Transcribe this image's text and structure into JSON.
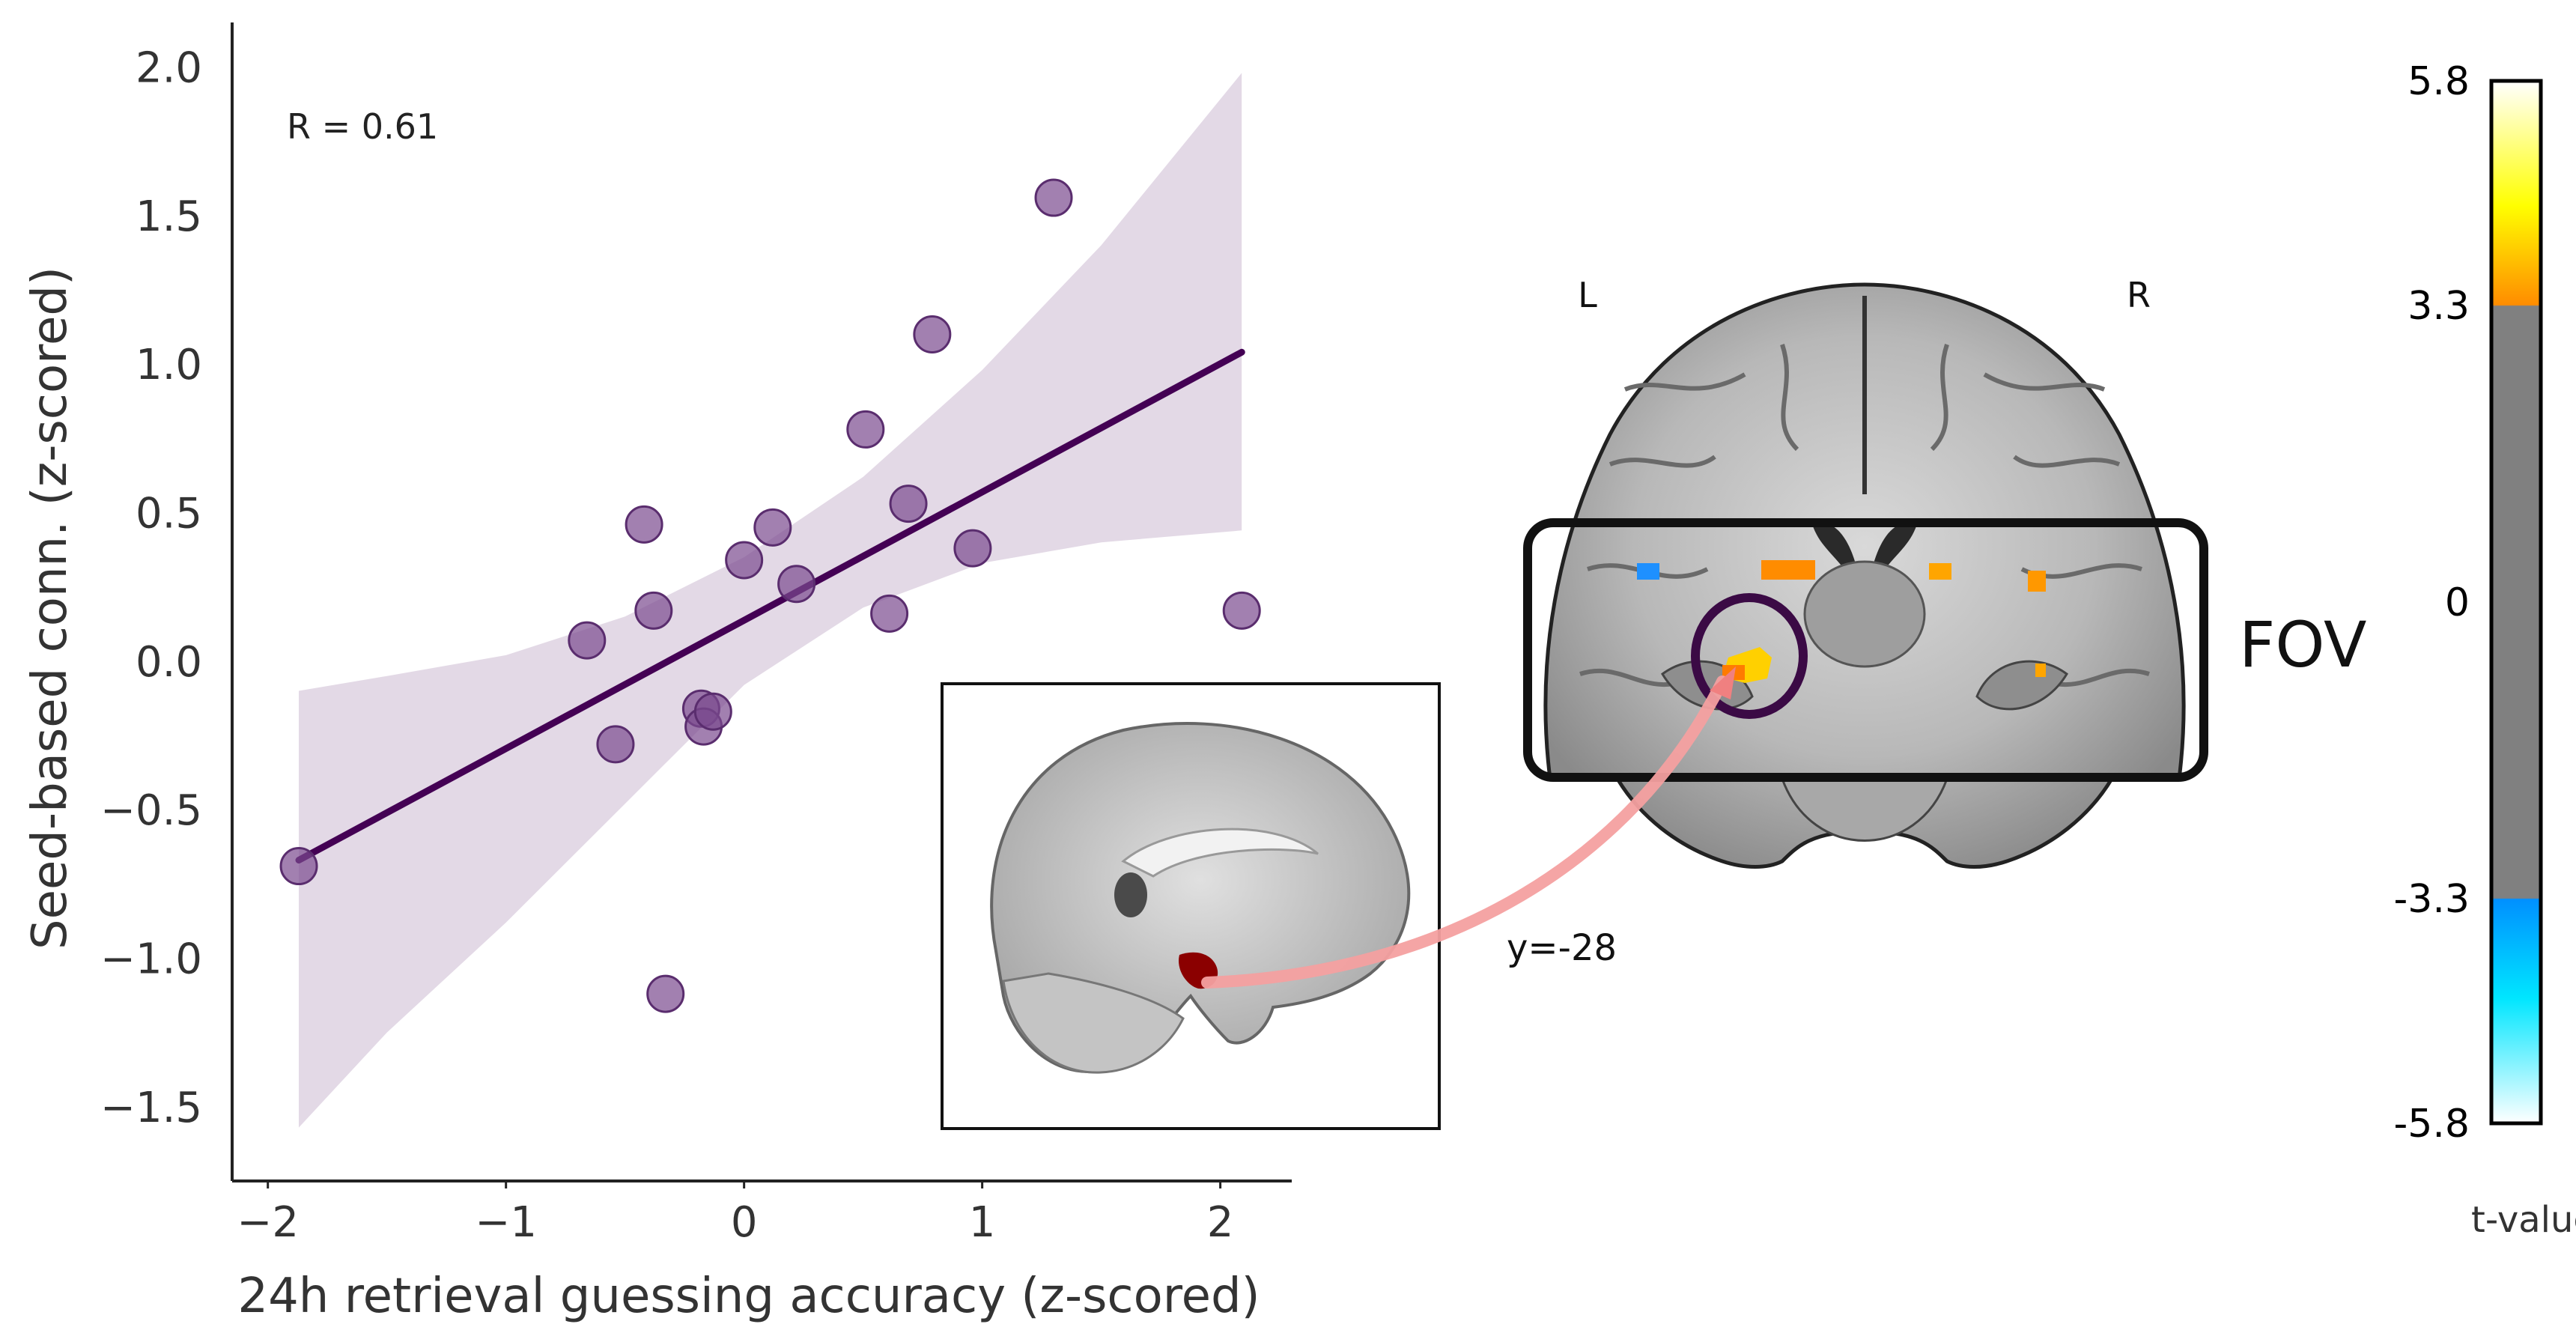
{
  "chart_data": {
    "type": "scatter",
    "xlabel": "24h retrieval guessing accuracy (z-scored)",
    "ylabel": "Seed-based conn. (z-scored)",
    "xlim": [
      -2.15,
      2.3
    ],
    "ylim": [
      -1.75,
      2.15
    ],
    "x_ticks": [
      -2,
      -1,
      0,
      1,
      2
    ],
    "x_tick_labels": [
      "−2",
      "−1",
      "0",
      "1",
      "2"
    ],
    "y_ticks": [
      -1.5,
      -1.0,
      -0.5,
      0.0,
      0.5,
      1.0,
      1.5,
      2.0
    ],
    "y_tick_labels": [
      "−1.5",
      "−1.0",
      "−0.5",
      "0.0",
      "0.5",
      "1.0",
      "1.5",
      "2.0"
    ],
    "annotation": "R = 0.61",
    "points": [
      {
        "x": -1.87,
        "y": -0.69
      },
      {
        "x": -0.66,
        "y": 0.07
      },
      {
        "x": -0.54,
        "y": -0.28
      },
      {
        "x": -0.42,
        "y": 0.46
      },
      {
        "x": -0.38,
        "y": 0.17
      },
      {
        "x": -0.33,
        "y": -1.12
      },
      {
        "x": -0.18,
        "y": -0.16
      },
      {
        "x": -0.17,
        "y": -0.22
      },
      {
        "x": -0.13,
        "y": -0.17
      },
      {
        "x": 0.0,
        "y": 0.34
      },
      {
        "x": 0.12,
        "y": 0.45
      },
      {
        "x": 0.22,
        "y": 0.26
      },
      {
        "x": 0.51,
        "y": 0.78
      },
      {
        "x": 0.61,
        "y": 0.16
      },
      {
        "x": 0.69,
        "y": 0.53
      },
      {
        "x": 0.79,
        "y": 1.1
      },
      {
        "x": 0.96,
        "y": 0.38
      },
      {
        "x": 1.3,
        "y": 1.56
      },
      {
        "x": 2.09,
        "y": 0.17
      }
    ],
    "regression_line": {
      "x": [
        -1.87,
        2.09
      ],
      "y": [
        -0.67,
        1.04
      ]
    },
    "confidence_band": {
      "x": [
        -1.87,
        -1.5,
        -1.0,
        -0.5,
        0.0,
        0.5,
        1.0,
        1.5,
        2.09
      ],
      "upper": [
        -0.1,
        -0.05,
        0.02,
        0.15,
        0.35,
        0.62,
        0.98,
        1.4,
        1.98
      ],
      "lower": [
        -1.57,
        -1.25,
        -0.88,
        -0.48,
        -0.08,
        0.18,
        0.33,
        0.4,
        0.44
      ]
    },
    "point_color": "#7b4a8f",
    "line_color": "#440154",
    "band_color": "#e3d9e6"
  },
  "brain": {
    "label_left": "L",
    "label_right": "R",
    "fov_label": "FOV",
    "slice_label": "y=-28"
  },
  "colorbar": {
    "title": "t-values",
    "tick_labels": [
      "5.8",
      "3.3",
      "0",
      "-3.3",
      "-5.8"
    ],
    "vmin": -5.8,
    "vmax": 5.8,
    "threshold": 3.3
  }
}
